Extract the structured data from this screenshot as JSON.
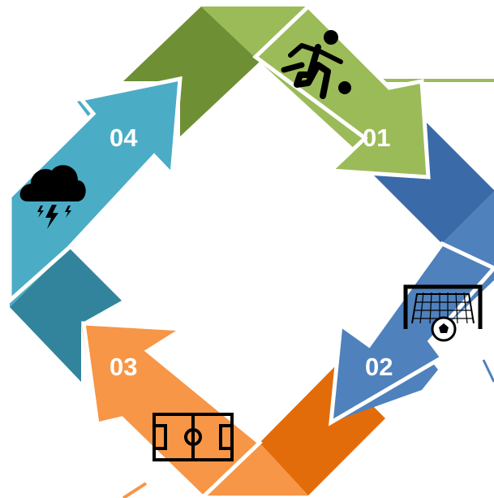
{
  "steps": [
    {
      "number": "01",
      "color": "#9bbb59",
      "shade": "#76923c",
      "icon": "soccer-player-icon"
    },
    {
      "number": "02",
      "color": "#4f81bd",
      "shade": "#3a6aa8",
      "icon": "soccer-goal-icon"
    },
    {
      "number": "03",
      "color": "#f79646",
      "shade": "#e36c0a",
      "icon": "soccer-field-icon"
    },
    {
      "number": "04",
      "color": "#4bacc6",
      "shade": "#31849b",
      "icon": "thunderstorm-icon"
    }
  ]
}
